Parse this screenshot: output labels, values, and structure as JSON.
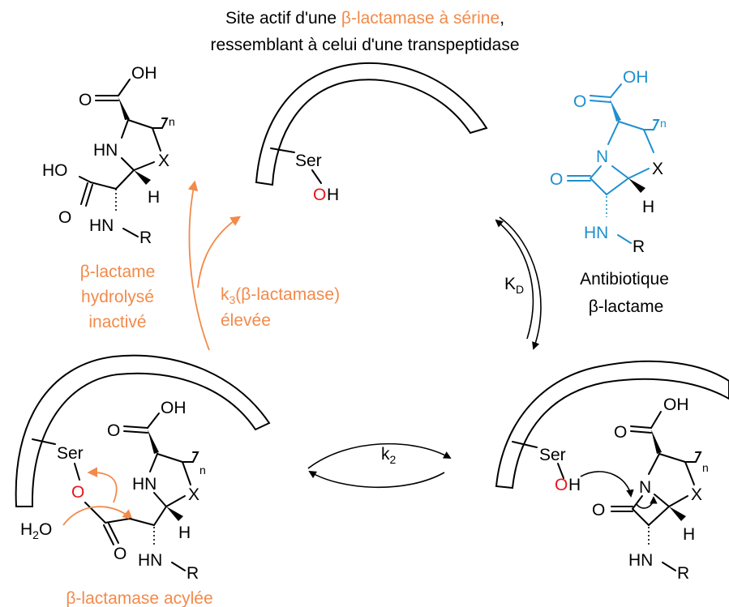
{
  "title": {
    "line1_prefix": "Site actif d'une ",
    "line1_highlight": "β-lactamase à sérine",
    "line1_suffix": ",",
    "line2": "ressemblant à celui d'une transpeptidase"
  },
  "atoms": {
    "oh": "OH",
    "o": "O",
    "ho": "HO",
    "hn": "HN",
    "n": "N",
    "x": "X",
    "h": "H",
    "r": "R",
    "ser": "Ser",
    "sub_n": "n",
    "h2o_h": "H",
    "h2o_2": "2",
    "h2o_o": "O"
  },
  "labels": {
    "antibiotic_line1": "Antibiotique",
    "antibiotic_line2": "β-lactame",
    "hydrolysed_line1": "β-lactame",
    "hydrolysed_line2": "hydrolysé",
    "hydrolysed_line3": "inactivé",
    "k3_line1_main": "k",
    "k3_line1_sub": "3",
    "k3_line1_rest": "(β-lactamase)",
    "k3_line2": "élevée",
    "kd_main": "K",
    "kd_sub": "D",
    "k2_main": "k",
    "k2_sub": "2",
    "acyl": "β-lactamase acylée"
  },
  "colors": {
    "orange": "#f28a4a",
    "blue": "#1f8fcf",
    "red": "#e8141c",
    "black": "#000000"
  }
}
